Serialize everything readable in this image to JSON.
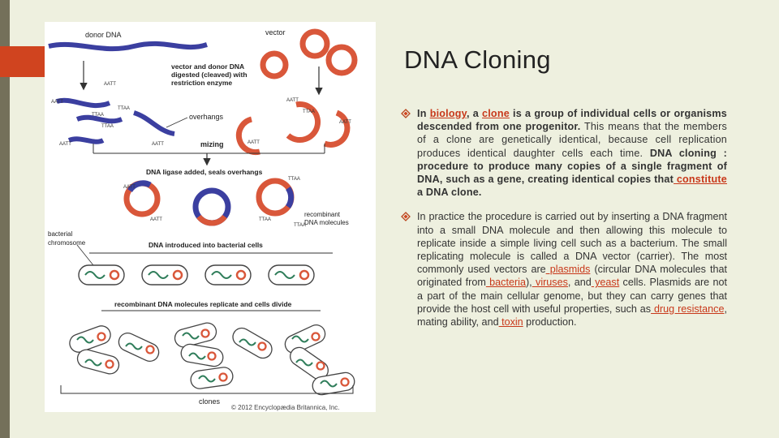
{
  "slide": {
    "title": "DNA Cloning",
    "accent_color": "#d0441f",
    "link_color": "#c8381a"
  },
  "figure": {
    "labels": {
      "donor_dna": "donor DNA",
      "vector": "vector",
      "vector_and_donor": "vector and donor DNA",
      "digested": "digested (cleaved) with",
      "restriction_enzyme": "restriction enzyme",
      "overhangs": "overhangs",
      "mizing": "mizing",
      "ligase": "DNA ligase added, seals overhangs",
      "recombinant": "recombinant",
      "dna_molecules": "DNA molecules",
      "bacterial": "bacterial",
      "chromosome": "chromosome",
      "introduced": "DNA introduced into bacterial cells",
      "replicate": "recombinant DNA molecules replicate and cells divide",
      "clones": "clones",
      "copyright": "© 2012 Encyclopædia Britannica, Inc."
    },
    "seq_aatt": "AATT",
    "seq_ttaa": "TTAA"
  },
  "bullet1": {
    "p1": "In ",
    "link_biology": "biology",
    "p2": ", a ",
    "link_clone": "clone",
    "p3": " is a group of individual cells or organisms descended from one progenitor.",
    "p4": " This means that the members of a clone are genetically identical, because cell replication produces identical daughter cells each time.",
    "p5": " DNA cloning : procedure to produce many copies of a single fragment of DNA, such as a gene, creating identical copies that",
    "link_constitute": " constitute",
    "p6": " a DNA clone."
  },
  "bullet2": {
    "p1": "In practice the procedure is carried out by inserting a DNA fragment into a small DNA molecule and then allowing this molecule to replicate inside a simple living cell such as a bacterium. The small replicating molecule is called a DNA vector (carrier). The most commonly used vectors are",
    "link_plasmids": " plasmids",
    "p2": " (circular DNA molecules that originated from",
    "link_bacteria": " bacteria",
    "p3": "),",
    "link_viruses": " viruses",
    "p4": ", and",
    "link_yeast": " yeast",
    "p5": " cells. Plasmids are not a part of the main cellular genome, but they can carry genes that provide the host cell with useful properties, such as",
    "link_drug": " drug ",
    "p6": " ",
    "link_resistance": "resistance",
    "p7": ", mating ability, and",
    "link_toxin": " toxin",
    "p8": " production."
  }
}
